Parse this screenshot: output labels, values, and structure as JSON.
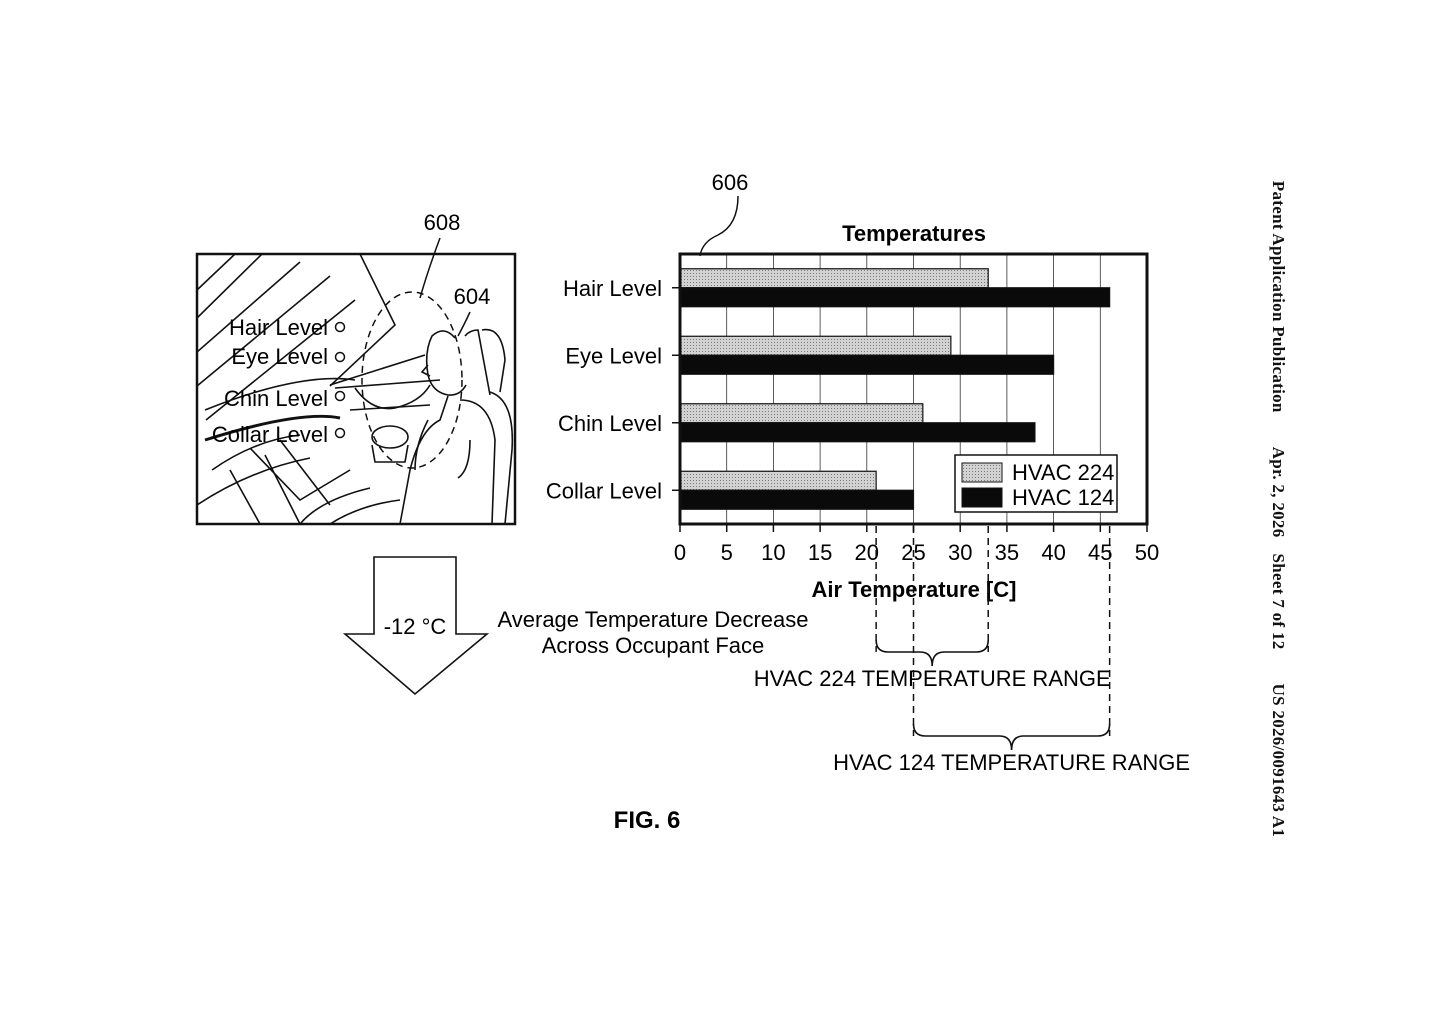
{
  "header": {
    "publication": "Patent Application Publication",
    "date": "Apr. 2, 2026",
    "sheet": "Sheet 7 of 12",
    "number": "US 2026/0091643 A1"
  },
  "refs": {
    "illustration": "608",
    "occupant": "604",
    "chart": "606"
  },
  "illustration": {
    "levels": [
      "Hair Level",
      "Eye Level",
      "Chin Level",
      "Collar Level"
    ]
  },
  "arrow": {
    "value": "-12 °C",
    "caption_line1": "Average Temperature Decrease",
    "caption_line2": "Across Occupant Face"
  },
  "chart_data": {
    "type": "bar",
    "orientation": "horizontal",
    "title": "Temperatures",
    "xlabel": "Air Temperature [C]",
    "ylabel": "",
    "xlim": [
      0,
      50
    ],
    "xticks": [
      "0",
      "5",
      "10",
      "15",
      "20",
      "25",
      "30",
      "35",
      "40",
      "45",
      "50"
    ],
    "categories": [
      "Hair Level",
      "Eye Level",
      "Chin Level",
      "Collar Level"
    ],
    "series": [
      {
        "name": "HVAC 224",
        "values": [
          33,
          29,
          26,
          21
        ],
        "fill": "#c8c8c8"
      },
      {
        "name": "HVAC 124",
        "values": [
          46,
          40,
          38,
          25
        ],
        "fill": "#0a0a0a"
      }
    ],
    "grid": true,
    "legend": "bottom-right"
  },
  "ranges": [
    {
      "label": "HVAC 224 TEMPERATURE RANGE",
      "from": 21,
      "to": 33
    },
    {
      "label": "HVAC 124 TEMPERATURE RANGE",
      "from": 25,
      "to": 46
    }
  ],
  "figure_label": "FIG. 6"
}
